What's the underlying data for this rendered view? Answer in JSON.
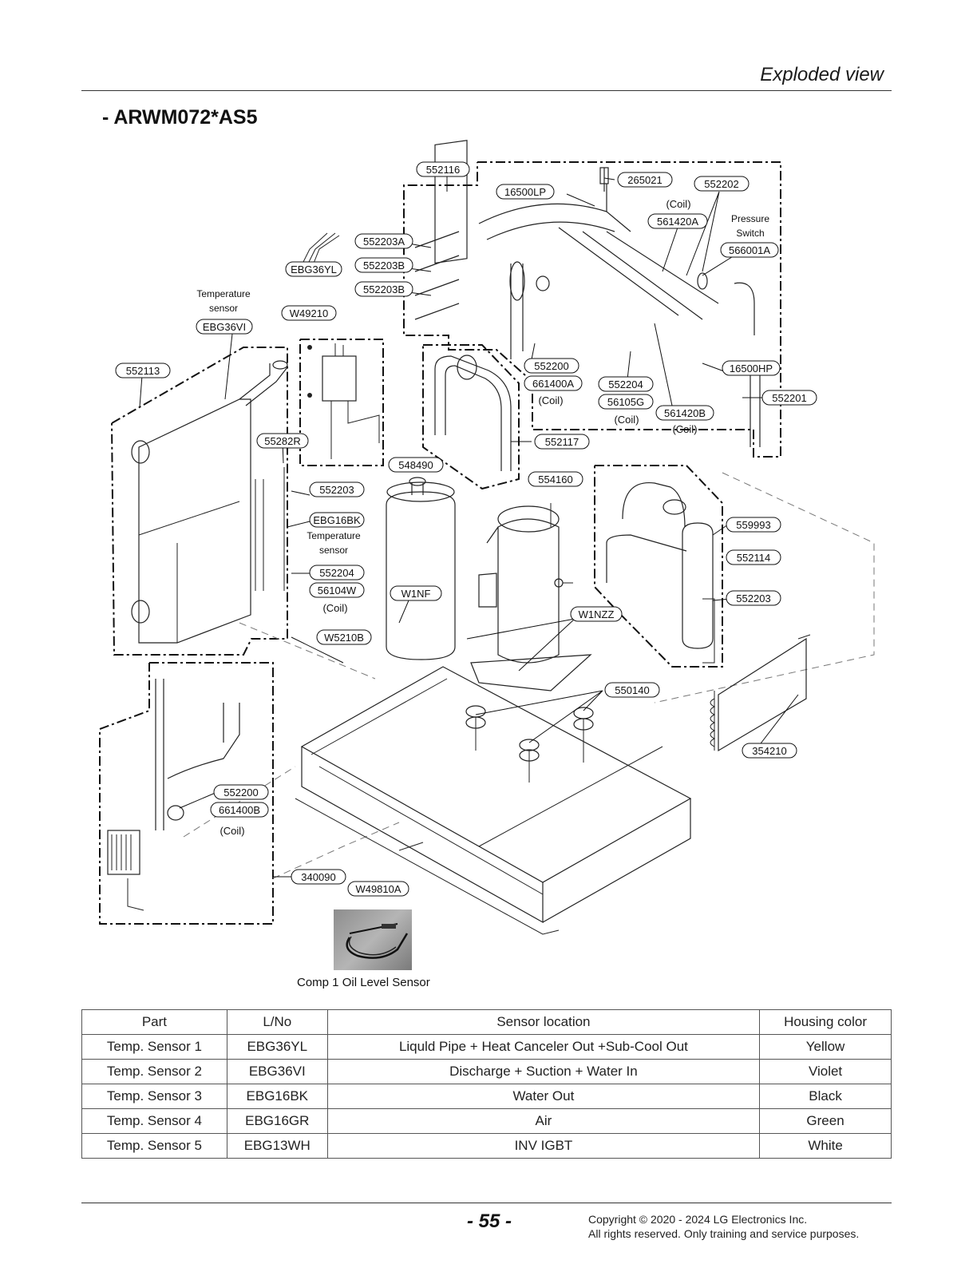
{
  "header": {
    "section_title": "Exploded view",
    "model_title": "- ARWM072*AS5"
  },
  "callouts": {
    "c552116": "552116",
    "c265021": "265021",
    "c552202": "552202",
    "c16500LP": "16500LP",
    "coil_a": "(Coil)",
    "c561420A": "561420A",
    "pressure_switch_1": "Pressure",
    "pressure_switch_2": "Switch",
    "c566001A": "566001A",
    "c552203A": "552203A",
    "c552203B_1": "552203B",
    "c552203B_2": "552203B",
    "cEBG36YL": "EBG36YL",
    "temp_sensor_1": "Temperature",
    "temp_sensor_2": "sensor",
    "cEBG36VI": "EBG36VI",
    "cW49210": "W49210",
    "c552113": "552113",
    "c552200_top": "552200",
    "c661400A": "661400A",
    "coil_b": "(Coil)",
    "c552204_top": "552204",
    "c56105G": "56105G",
    "coil_c": "(Coil)",
    "c561420B": "561420B",
    "coil_d": "(Coil)",
    "c16500HP": "16500HP",
    "c552201": "552201",
    "c552117": "552117",
    "c55282R": "55282R",
    "c548490": "548490",
    "c554160": "554160",
    "c552203_left": "552203",
    "cEBG16BK": "EBG16BK",
    "temp_sensor_3": "Temperature",
    "temp_sensor_4": "sensor",
    "c552204_left": "552204",
    "c56104W": "56104W",
    "coil_e": "(Coil)",
    "cW1NF": "W1NF",
    "cW1NZZ": "W1NZZ",
    "c559993": "559993",
    "c552114": "552114",
    "c552203_right": "552203",
    "cW5210B": "W5210B",
    "c550140": "550140",
    "c354210": "354210",
    "c552200_bottom": "552200",
    "c661400B": "661400B",
    "coil_f": "(Coil)",
    "c340090": "340090",
    "cW49810A": "W49810A"
  },
  "photo_caption": "Comp 1 Oil Level Sensor",
  "table": {
    "headers": [
      "Part",
      "L/No",
      "Sensor location",
      "Housing color"
    ],
    "rows": [
      [
        "Temp. Sensor 1",
        "EBG36YL",
        "Liquld Pipe + Heat Canceler Out +Sub-Cool Out",
        "Yellow"
      ],
      [
        "Temp. Sensor 2",
        "EBG36VI",
        "Discharge + Suction + Water In",
        "Violet"
      ],
      [
        "Temp. Sensor 3",
        "EBG16BK",
        "Water Out",
        "Black"
      ],
      [
        "Temp. Sensor 4",
        "EBG16GR",
        "Air",
        "Green"
      ],
      [
        "Temp. Sensor 5",
        "EBG13WH",
        "INV IGBT",
        "White"
      ]
    ]
  },
  "footer": {
    "page_number": "- 55 -",
    "copyright_1": "Copyright © 2020 - 2024 LG Electronics Inc.",
    "copyright_2": "All rights reserved. Only training and service purposes."
  }
}
